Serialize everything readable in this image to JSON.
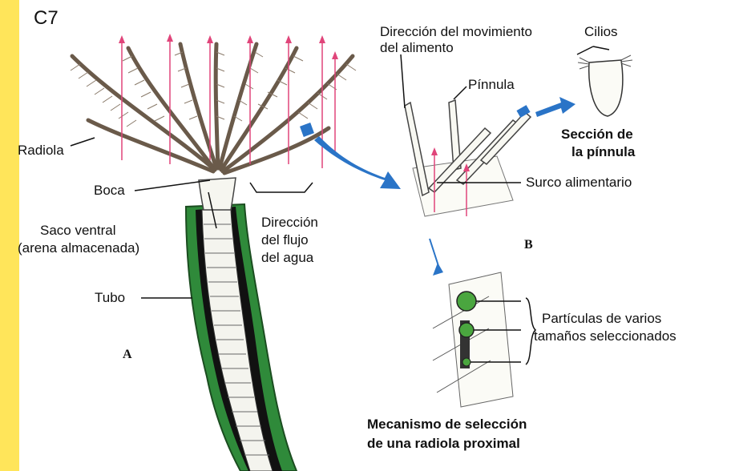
{
  "slide": {
    "code": "C7",
    "accent_colors": {
      "strip": "#ffe55a",
      "tube": "#2f8a3a",
      "arrow_blue": "#2a74c7",
      "flow": "#e0457a",
      "particle": "#4aa63f"
    }
  },
  "labels": {
    "food_direction_1": "Dirección del movimiento",
    "food_direction_2": "del alimento",
    "cilia": "Cilios",
    "pinnule": "Pínnula",
    "pinnule_section_1": "Sección de",
    "pinnule_section_2": "la pínnula",
    "food_groove": "Surco alimentario",
    "radiole": "Radiola",
    "mouth": "Boca",
    "ventral_sac_1": "Saco ventral",
    "ventral_sac_2": "(arena almacenada)",
    "water_flow_1": "Dirección",
    "water_flow_2": "del flujo",
    "water_flow_3": "del agua",
    "tube": "Tubo",
    "fig_a": "A",
    "fig_b": "B",
    "particles_1": "Partículas de varios",
    "particles_2": "tamaños seleccionados",
    "mechanism_1": "Mecanismo de selección",
    "mechanism_2": "de una radiola proximal"
  }
}
